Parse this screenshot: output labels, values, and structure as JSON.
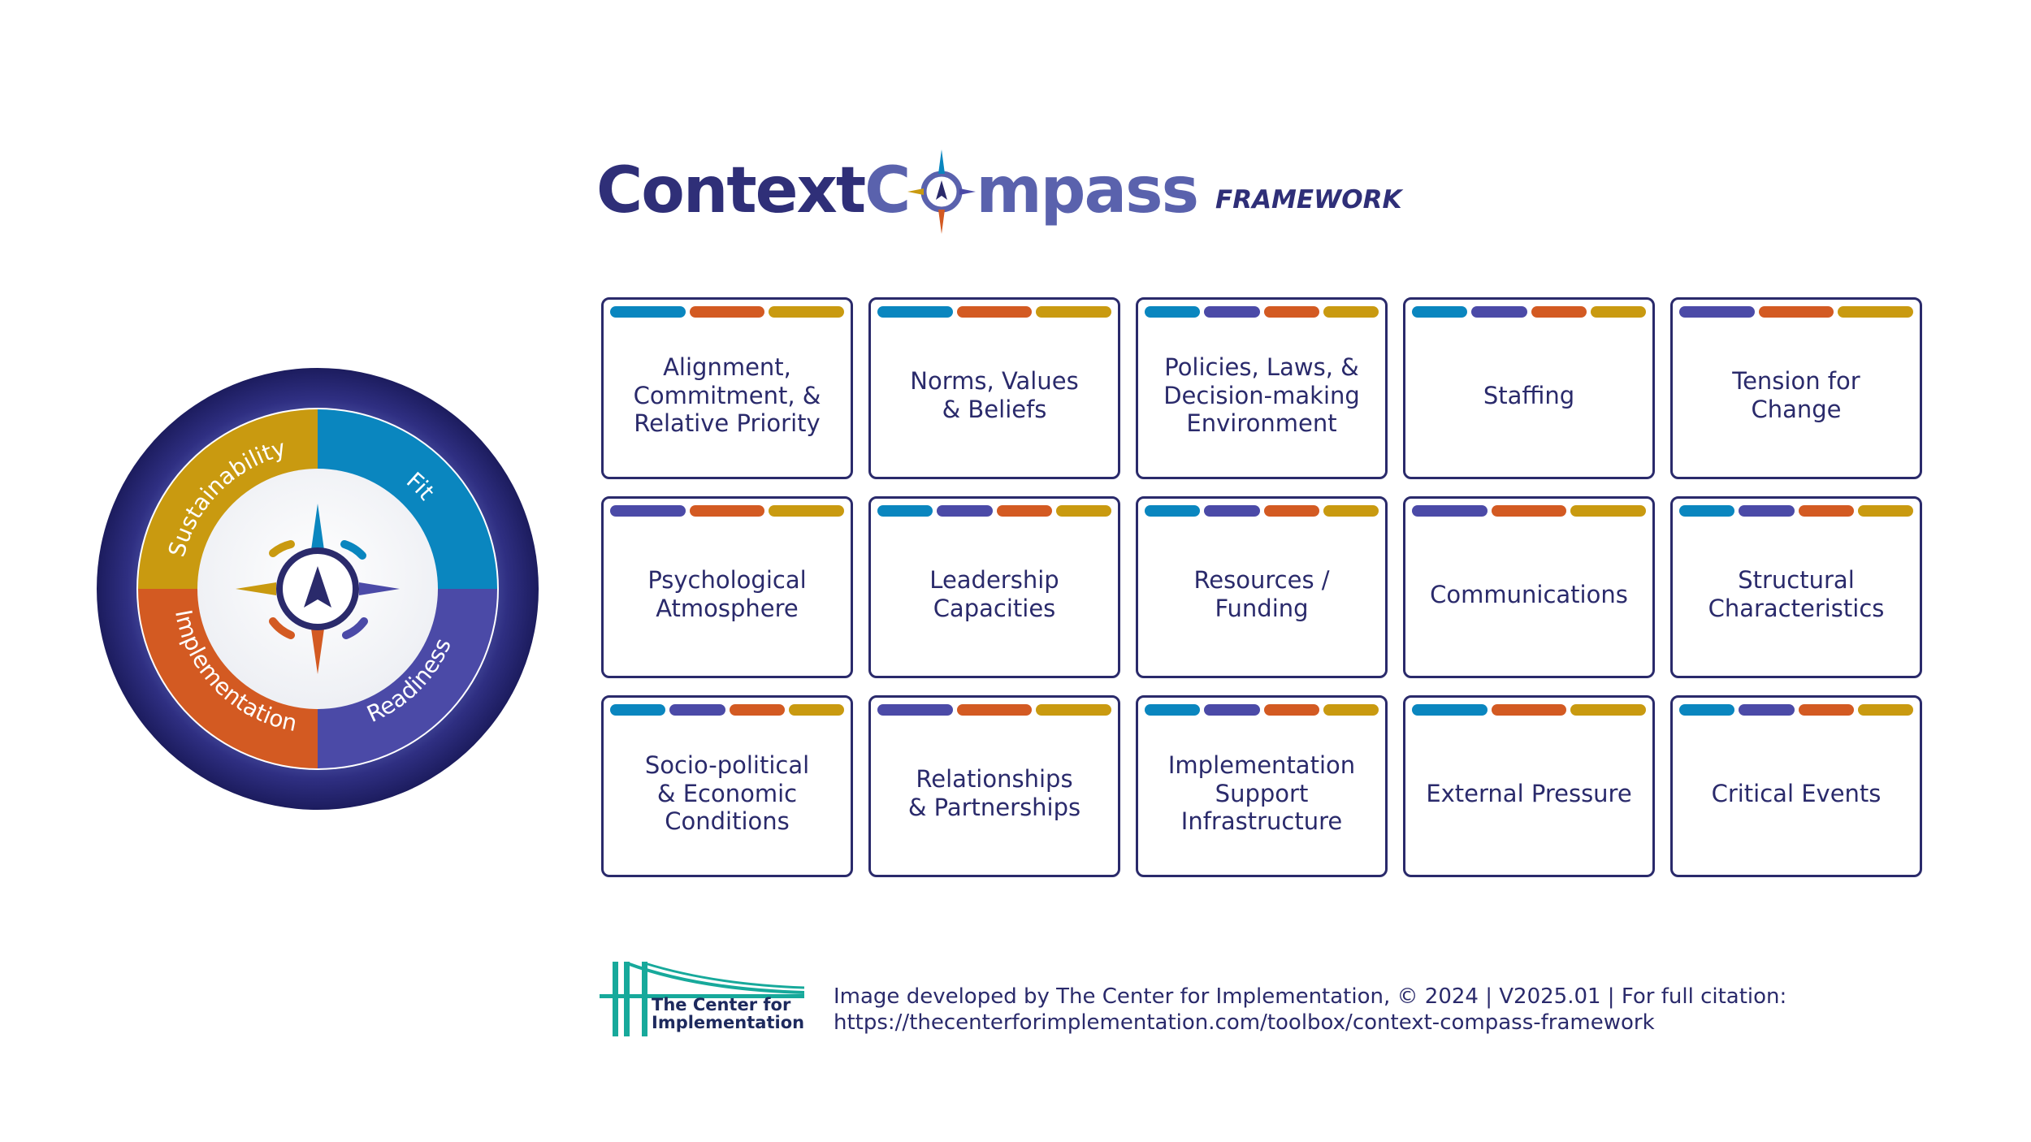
{
  "title": {
    "logo_part1": "Context",
    "logo_part2": "C",
    "logo_part3": "mpass",
    "subtitle": "FRAMEWORK"
  },
  "colors": {
    "navy": "#2a2a6b",
    "blue": "#0a86bf",
    "purple": "#4b4aa7",
    "orange": "#d35a22",
    "gold": "#c99a10",
    "teal": "#17a99b"
  },
  "wheel": {
    "segments": [
      {
        "label": "Sustainability",
        "color": "gold"
      },
      {
        "label": "Fit",
        "color": "blue"
      },
      {
        "label": "Readiness",
        "color": "purple"
      },
      {
        "label": "Implementation",
        "color": "orange"
      }
    ],
    "center_icon": "compass-icon"
  },
  "cards": [
    {
      "label": "Alignment,\nCommitment, &\nRelative Priority",
      "bars": [
        "blue",
        "orange",
        "gold"
      ]
    },
    {
      "label": "Norms, Values\n& Beliefs",
      "bars": [
        "blue",
        "orange",
        "gold"
      ]
    },
    {
      "label": "Policies, Laws, &\nDecision-making\nEnvironment",
      "bars": [
        "blue",
        "purple",
        "orange",
        "gold"
      ]
    },
    {
      "label": "Staffing",
      "bars": [
        "blue",
        "purple",
        "orange",
        "gold"
      ]
    },
    {
      "label": "Tension for\nChange",
      "bars": [
        "purple",
        "orange",
        "gold"
      ]
    },
    {
      "label": "Psychological\nAtmosphere",
      "bars": [
        "purple",
        "orange",
        "gold"
      ]
    },
    {
      "label": "Leadership\nCapacities",
      "bars": [
        "blue",
        "purple",
        "orange",
        "gold"
      ]
    },
    {
      "label": "Resources /\nFunding",
      "bars": [
        "blue",
        "purple",
        "orange",
        "gold"
      ]
    },
    {
      "label": "Communications",
      "bars": [
        "purple",
        "orange",
        "gold"
      ]
    },
    {
      "label": "Structural\nCharacteristics",
      "bars": [
        "blue",
        "purple",
        "orange",
        "gold"
      ]
    },
    {
      "label": "Socio-political\n& Economic\nConditions",
      "bars": [
        "blue",
        "purple",
        "orange",
        "gold"
      ]
    },
    {
      "label": "Relationships\n& Partnerships",
      "bars": [
        "purple",
        "orange",
        "gold"
      ]
    },
    {
      "label": "Implementation\nSupport\nInfrastructure",
      "bars": [
        "blue",
        "purple",
        "orange",
        "gold"
      ]
    },
    {
      "label": "External Pressure",
      "bars": [
        "blue",
        "orange",
        "gold"
      ]
    },
    {
      "label": "Critical Events",
      "bars": [
        "blue",
        "purple",
        "orange",
        "gold"
      ]
    }
  ],
  "footer": {
    "org_logo_text": "The Center for\nImplementation",
    "citation_line1": "Image developed by The Center for Implementation, © 2024 | V2025.01 | For full citation:",
    "citation_line2": "https://thecenterforimplementation.com/toolbox/context-compass-framework"
  }
}
